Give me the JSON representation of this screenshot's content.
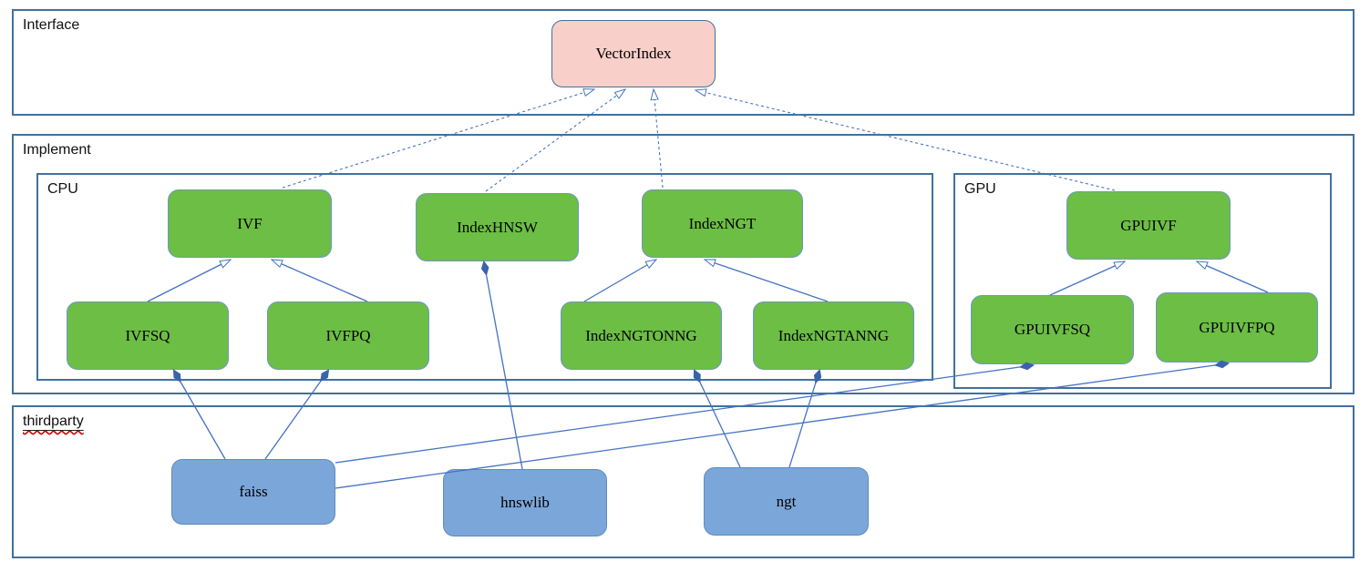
{
  "diagram": {
    "sections": {
      "interface": {
        "label": "Interface"
      },
      "implement": {
        "label": "Implement"
      },
      "cpu": {
        "label": "CPU"
      },
      "gpu": {
        "label": "GPU"
      },
      "thirdparty": {
        "label": "thirdparty"
      }
    },
    "nodes": {
      "vectorindex": {
        "label": "VectorIndex",
        "kind": "interface",
        "section": "Interface"
      },
      "ivf": {
        "label": "IVF",
        "kind": "implement",
        "section": "CPU"
      },
      "indexhnsw": {
        "label": "IndexHNSW",
        "kind": "implement",
        "section": "CPU"
      },
      "indexngt": {
        "label": "IndexNGT",
        "kind": "implement",
        "section": "CPU"
      },
      "ivfsq": {
        "label": "IVFSQ",
        "kind": "implement",
        "section": "CPU"
      },
      "ivfpq": {
        "label": "IVFPQ",
        "kind": "implement",
        "section": "CPU"
      },
      "indexngtonng": {
        "label": "IndexNGTONNG",
        "kind": "implement",
        "section": "CPU"
      },
      "indexngtanng": {
        "label": "IndexNGTANNG",
        "kind": "implement",
        "section": "CPU"
      },
      "gpuivf": {
        "label": "GPUIVF",
        "kind": "implement",
        "section": "GPU"
      },
      "gpuivfsq": {
        "label": "GPUIVFSQ",
        "kind": "implement",
        "section": "GPU"
      },
      "gpuivfpq": {
        "label": "GPUIVFPQ",
        "kind": "implement",
        "section": "GPU"
      },
      "faiss": {
        "label": "faiss",
        "kind": "thirdparty",
        "section": "thirdparty"
      },
      "hnswlib": {
        "label": "hnswlib",
        "kind": "thirdparty",
        "section": "thirdparty"
      },
      "ngt": {
        "label": "ngt",
        "kind": "thirdparty",
        "section": "thirdparty"
      }
    },
    "edges": [
      {
        "from": "IVF",
        "to": "VectorIndex",
        "type": "realization",
        "style": "dashed-hollow-triangle"
      },
      {
        "from": "IndexHNSW",
        "to": "VectorIndex",
        "type": "realization",
        "style": "dashed-hollow-triangle"
      },
      {
        "from": "IndexNGT",
        "to": "VectorIndex",
        "type": "realization",
        "style": "dashed-hollow-triangle"
      },
      {
        "from": "GPUIVF",
        "to": "VectorIndex",
        "type": "realization",
        "style": "dashed-hollow-triangle"
      },
      {
        "from": "IVFSQ",
        "to": "IVF",
        "type": "inheritance",
        "style": "solid-hollow-triangle"
      },
      {
        "from": "IVFPQ",
        "to": "IVF",
        "type": "inheritance",
        "style": "solid-hollow-triangle"
      },
      {
        "from": "IndexNGTONNG",
        "to": "IndexNGT",
        "type": "inheritance",
        "style": "solid-hollow-triangle"
      },
      {
        "from": "IndexNGTANNG",
        "to": "IndexNGT",
        "type": "inheritance",
        "style": "solid-hollow-triangle"
      },
      {
        "from": "GPUIVFSQ",
        "to": "GPUIVF",
        "type": "inheritance",
        "style": "solid-hollow-triangle"
      },
      {
        "from": "GPUIVFPQ",
        "to": "GPUIVF",
        "type": "inheritance",
        "style": "solid-hollow-triangle"
      },
      {
        "from": "faiss",
        "to": "IVFSQ",
        "type": "composition",
        "style": "solid-filled-diamond"
      },
      {
        "from": "faiss",
        "to": "IVFPQ",
        "type": "composition",
        "style": "solid-filled-diamond"
      },
      {
        "from": "faiss",
        "to": "GPUIVFSQ",
        "type": "composition",
        "style": "solid-filled-diamond"
      },
      {
        "from": "faiss",
        "to": "GPUIVFPQ",
        "type": "composition",
        "style": "solid-filled-diamond"
      },
      {
        "from": "hnswlib",
        "to": "IndexHNSW",
        "type": "composition",
        "style": "solid-filled-diamond"
      },
      {
        "from": "ngt",
        "to": "IndexNGTONNG",
        "type": "composition",
        "style": "solid-filled-diamond"
      },
      {
        "from": "ngt",
        "to": "IndexNGTANNG",
        "type": "composition",
        "style": "solid-filled-diamond"
      }
    ],
    "colors": {
      "interface_node_fill": "#f8cfc9",
      "implement_node_fill": "#6cbe45",
      "thirdparty_node_fill": "#7ba6d9",
      "section_border": "#41719c",
      "node_border_green": "#6d96c9",
      "edge_line": "#4472c4",
      "diamond_fill": "#3a63ad",
      "spellcheck_underline": "#cc0000",
      "text": "#000000"
    }
  }
}
